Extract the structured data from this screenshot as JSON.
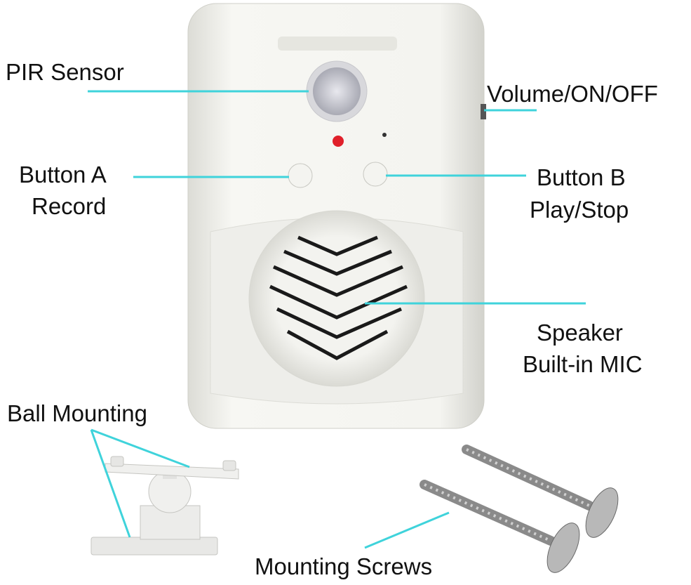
{
  "labels": {
    "pir_sensor": "PIR Sensor",
    "volume": "Volume/ON/OFF",
    "button_a": "Button A",
    "button_a_sub": "Record",
    "button_b": "Button B",
    "button_b_sub": "Play/Stop",
    "speaker": "Speaker",
    "speaker_sub": "Built-in MIC",
    "ball_mounting": "Ball Mounting",
    "mounting_screws": "Mounting Screws"
  },
  "colors": {
    "callout_line": "#3fd3db",
    "led": "#e0202a",
    "body": "#f2f2ee"
  }
}
